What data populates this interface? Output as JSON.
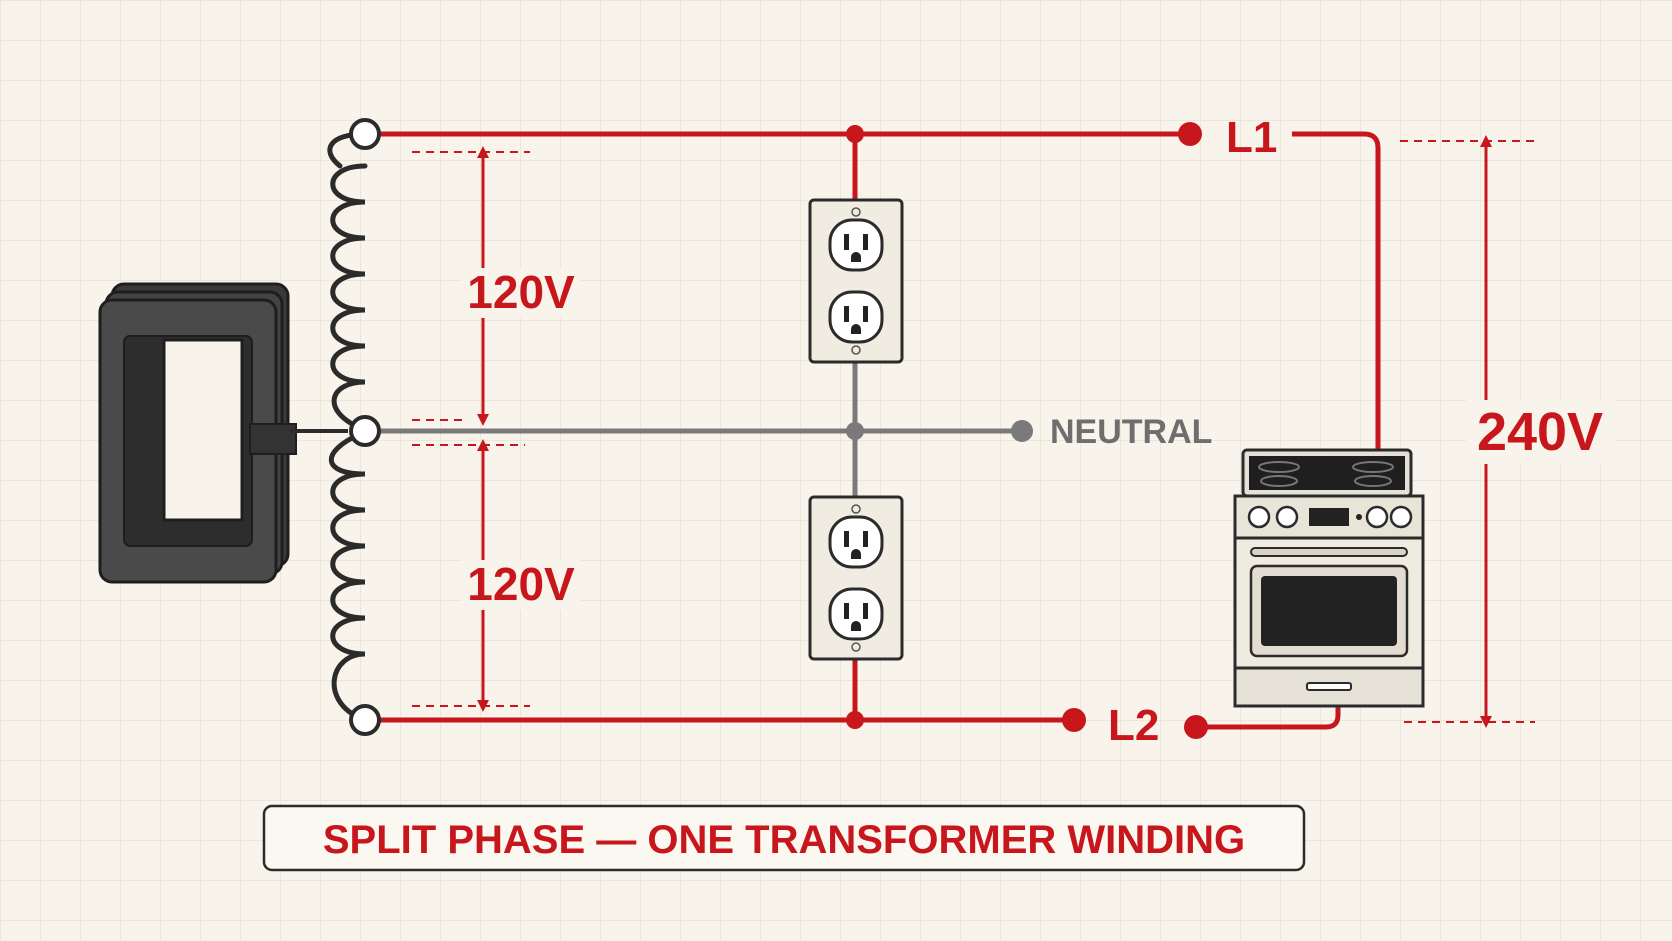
{
  "labels": {
    "l1": "L1",
    "l2": "L2",
    "neutral": "NEUTRAL",
    "upper_voltage": "120V",
    "lower_voltage": "120V",
    "total_voltage": "240V"
  },
  "caption": "SPLIT PHASE — ONE TRANSFORMER WINDING",
  "colors": {
    "hot": "#c8161d",
    "neutral": "#7a7a7a",
    "ink": "#2b2b2b",
    "background": "#f8f4ec"
  },
  "icons": [
    "transformer-core-icon",
    "transformer-coil-icon",
    "duplex-outlet-icon",
    "electric-range-icon"
  ]
}
